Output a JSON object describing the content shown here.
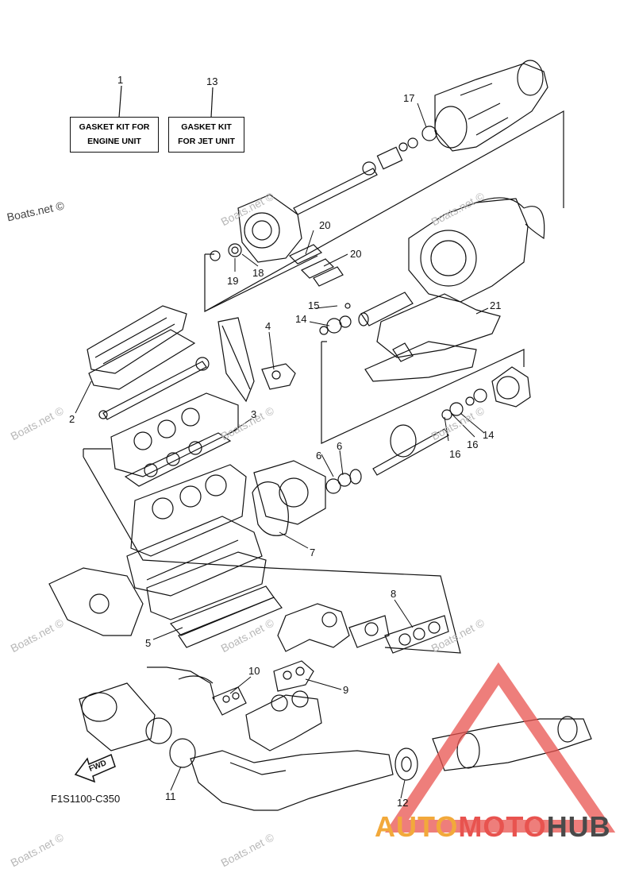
{
  "boxes": {
    "engine": {
      "line1": "GASKET KIT FOR",
      "line2": "ENGINE UNIT"
    },
    "jet": {
      "line1": "GASKET KIT",
      "line2": "FOR JET UNIT"
    }
  },
  "callouts": {
    "c1": "1",
    "c13": "13",
    "c17": "17",
    "c20a": "20",
    "c20b": "20",
    "c19": "19",
    "c18": "18",
    "c15": "15",
    "c14a": "14",
    "c21": "21",
    "c4": "4",
    "c2": "2",
    "c3": "3",
    "c16a": "16",
    "c16b": "16",
    "c14b": "14",
    "c6a": "6",
    "c6b": "6",
    "c7": "7",
    "c8": "8",
    "c5": "5",
    "c10": "10",
    "c9": "9",
    "c11": "11",
    "c12": "12"
  },
  "fwd": "FWD",
  "code": "F1S1100-C350",
  "watermark": "Boats.net ©",
  "brand": {
    "part1": "AUTO",
    "part2": "MOTO",
    "part3": "HUB"
  },
  "colors": {
    "logo_red": "#e8534f",
    "logo_orange": "#f2a93b",
    "logo_gray": "#4a4a4a"
  }
}
